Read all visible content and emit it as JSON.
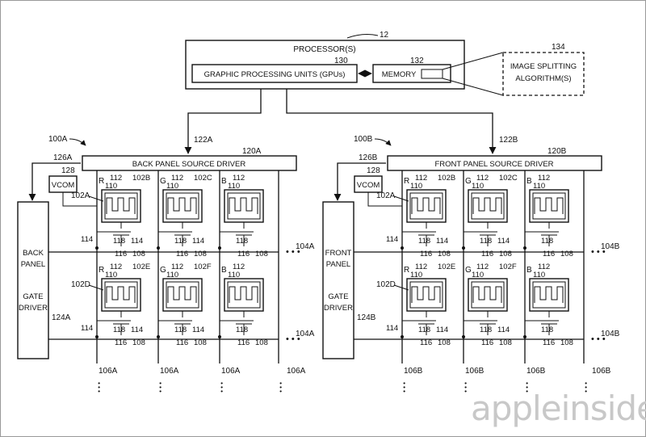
{
  "processor": {
    "title": "PROCESSOR(S)",
    "ref": "12",
    "gpu_label": "GRAPHIC PROCESSING UNITS (GPUs)",
    "gpu_ref": "130",
    "memory_label": "MEMORY",
    "memory_ref": "132",
    "algo_line1": "IMAGE SPLITTING",
    "algo_line2": "ALGORITHM(S)",
    "algo_ref": "134"
  },
  "panels": [
    {
      "id": "back",
      "ref": "100A",
      "bus_ref": "122A",
      "source_driver": "BACK PANEL SOURCE DRIVER",
      "source_ref": "120A",
      "vcom_ref": "126A",
      "vcom_box_ref": "128",
      "vcom": "VCOM",
      "gate_line1": "BACK",
      "gate_line2": "PANEL",
      "gate_line3": "GATE",
      "gate_line4": "DRIVER",
      "gate_ref": "124A",
      "row_ref": "104A",
      "col_ref": "106A",
      "pixel_a": "102A",
      "pixel_b": "102B",
      "pixel_c": "102C",
      "pixel_d": "102D",
      "pixel_e": "102E",
      "pixel_f": "102F"
    },
    {
      "id": "front",
      "ref": "100B",
      "bus_ref": "122B",
      "source_driver": "FRONT PANEL SOURCE DRIVER",
      "source_ref": "120B",
      "vcom_ref": "126B",
      "vcom_box_ref": "128",
      "vcom": "VCOM",
      "gate_line1": "FRONT",
      "gate_line2": "PANEL",
      "gate_line3": "GATE",
      "gate_line4": "DRIVER",
      "gate_ref": "124B",
      "row_ref": "104B",
      "col_ref": "106B",
      "pixel_a": "102A",
      "pixel_b": "102B",
      "pixel_c": "102C",
      "pixel_d": "102D",
      "pixel_e": "102E",
      "pixel_f": "102F"
    }
  ],
  "cell_labels": {
    "red": "R",
    "green": "G",
    "blue": "B",
    "ref_110": "110",
    "ref_112": "112",
    "ref_114": "114",
    "ref_116": "116",
    "ref_118": "118",
    "ref_108": "108"
  },
  "ellipsis": "• • •",
  "watermark": "appleinsider"
}
